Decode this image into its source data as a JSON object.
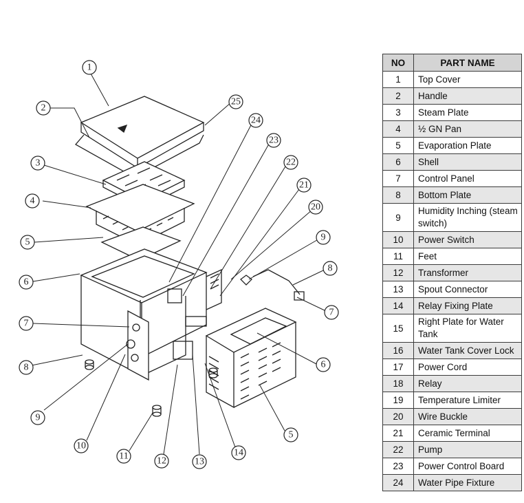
{
  "table": {
    "headers": {
      "no": "NO",
      "name": "PART NAME"
    },
    "rows": [
      {
        "no": "1",
        "name": "Top Cover"
      },
      {
        "no": "2",
        "name": "Handle"
      },
      {
        "no": "3",
        "name": "Steam Plate"
      },
      {
        "no": "4",
        "name": "½ GN Pan"
      },
      {
        "no": "5",
        "name": "Evaporation Plate"
      },
      {
        "no": "6",
        "name": "Shell"
      },
      {
        "no": "7",
        "name": "Control Panel"
      },
      {
        "no": "8",
        "name": "Bottom Plate"
      },
      {
        "no": "9",
        "name": "Humidity Inching (steam switch)"
      },
      {
        "no": "10",
        "name": "Power Switch"
      },
      {
        "no": "11",
        "name": "Feet"
      },
      {
        "no": "12",
        "name": "Transformer"
      },
      {
        "no": "13",
        "name": "Spout Connector"
      },
      {
        "no": "14",
        "name": "Relay Fixing Plate"
      },
      {
        "no": "15",
        "name": "Right Plate for Water Tank"
      },
      {
        "no": "16",
        "name": "Water Tank Cover Lock"
      },
      {
        "no": "17",
        "name": "Power Cord"
      },
      {
        "no": "18",
        "name": "Relay"
      },
      {
        "no": "19",
        "name": "Temperature  Limiter"
      },
      {
        "no": "20",
        "name": "Wire Buckle"
      },
      {
        "no": "21",
        "name": "Ceramic Terminal"
      },
      {
        "no": "22",
        "name": "Pump"
      },
      {
        "no": "23",
        "name": "Power Control Board"
      },
      {
        "no": "24",
        "name": "Water Pipe Fixture"
      }
    ]
  },
  "diagram": {
    "callouts": [
      "1",
      "2",
      "3",
      "4",
      "5",
      "6",
      "7",
      "8",
      "9",
      "10",
      "11",
      "12",
      "13",
      "14",
      "6",
      "5",
      "7",
      "8",
      "9",
      "20",
      "21",
      "22",
      "23",
      "24",
      "25"
    ]
  }
}
